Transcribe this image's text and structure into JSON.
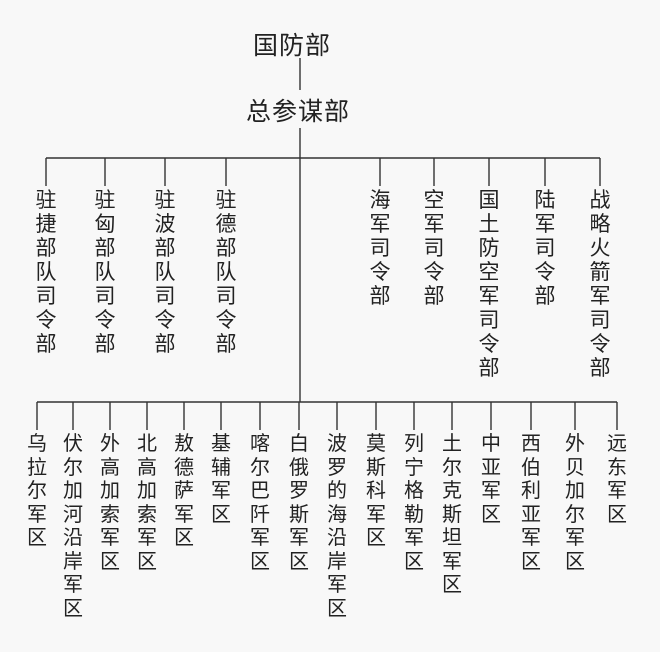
{
  "root": "国防部",
  "staff": "总参谋部",
  "commands": [
    "驻捷部队司令部",
    "驻匈部队司令部",
    "驻波部队司令部",
    "驻德部队司令部",
    "海军司令部",
    "空军司令部",
    "国土防空军司令部",
    "陆军司令部",
    "战略火箭军司令部"
  ],
  "districts": [
    "乌拉尔军区",
    "伏尔加河沿岸军区",
    "外高加索军区",
    "北高加索军区",
    "敖德萨军区",
    "基辅军区",
    "喀尔巴阡军区",
    "白俄罗斯军区",
    "波罗的海沿岸军区",
    "莫斯科军区",
    "列宁格勒军区",
    "土尔克斯坦军区",
    "中亚军区",
    "西伯利亚军区",
    "外贝加尔军区",
    "远东军区"
  ]
}
